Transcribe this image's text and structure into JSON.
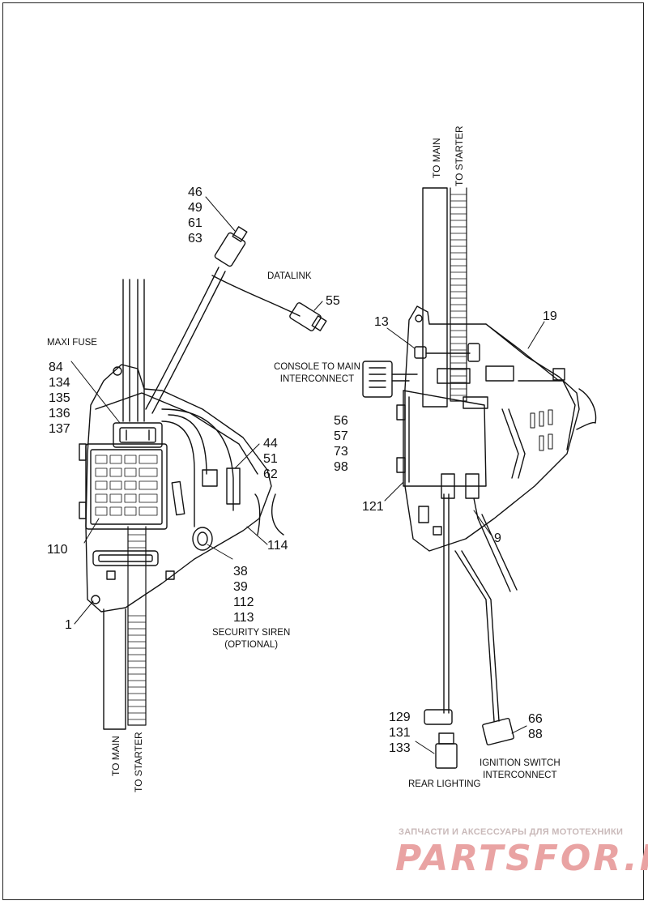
{
  "left_assembly": {
    "labels": {
      "callout_46_63": [
        "46",
        "49",
        "61",
        "63"
      ],
      "datalink": "DATALINK",
      "callout_55": "55",
      "maxi_fuse": "MAXI FUSE",
      "callout_84_137": [
        "84",
        "134",
        "135",
        "136",
        "137"
      ],
      "callout_44_62": [
        "44",
        "51",
        "62"
      ],
      "callout_110": "110",
      "callout_114": "114",
      "callout_38_113": [
        "38",
        "39",
        "112",
        "113"
      ],
      "callout_1": "1",
      "security_siren": [
        "SECURITY SIREN",
        "(OPTIONAL)"
      ],
      "to_main": "TO MAIN",
      "to_starter": "TO STARTER"
    }
  },
  "right_assembly": {
    "labels": {
      "to_main": "TO MAIN",
      "to_starter": "TO STARTER",
      "callout_13": "13",
      "callout_19": "19",
      "console_interconnect": [
        "CONSOLE TO MAIN",
        "INTERCONNECT"
      ],
      "callout_56_98": [
        "56",
        "57",
        "73",
        "98"
      ],
      "callout_121": "121",
      "callout_9": "9",
      "callout_129_133": [
        "129",
        "131",
        "133"
      ],
      "rear_lighting": "REAR LIGHTING",
      "callout_66_88": [
        "66",
        "88"
      ],
      "ignition_interconnect": [
        "IGNITION SWITCH",
        "INTERCONNECT"
      ]
    }
  },
  "watermark": {
    "tagline": "ЗАПЧАСТИ И АКСЕССУАРЫ ДЛЯ МОТОТЕХНИКИ",
    "brand": "PARTSFOR.RU",
    "color": "#e9a3a3"
  }
}
